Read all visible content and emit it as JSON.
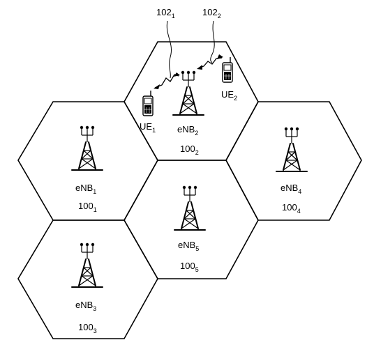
{
  "cells": [
    {
      "id": "eNB1",
      "enb_base": "eNB",
      "enb_sub": "1",
      "cell_base": "100",
      "cell_sub": "1"
    },
    {
      "id": "eNB2",
      "enb_base": "eNB",
      "enb_sub": "2",
      "cell_base": "100",
      "cell_sub": "2"
    },
    {
      "id": "eNB3",
      "enb_base": "eNB",
      "enb_sub": "3",
      "cell_base": "100",
      "cell_sub": "3"
    },
    {
      "id": "eNB4",
      "enb_base": "eNB",
      "enb_sub": "4",
      "cell_base": "100",
      "cell_sub": "4"
    },
    {
      "id": "eNB5",
      "enb_base": "eNB",
      "enb_sub": "5",
      "cell_base": "100",
      "cell_sub": "5"
    }
  ],
  "ues": [
    {
      "id": "UE1",
      "base": "UE",
      "sub": "1"
    },
    {
      "id": "UE2",
      "base": "UE",
      "sub": "2"
    }
  ],
  "links": [
    {
      "id": "link1",
      "base": "102",
      "sub": "1"
    },
    {
      "id": "link2",
      "base": "102",
      "sub": "2"
    }
  ]
}
